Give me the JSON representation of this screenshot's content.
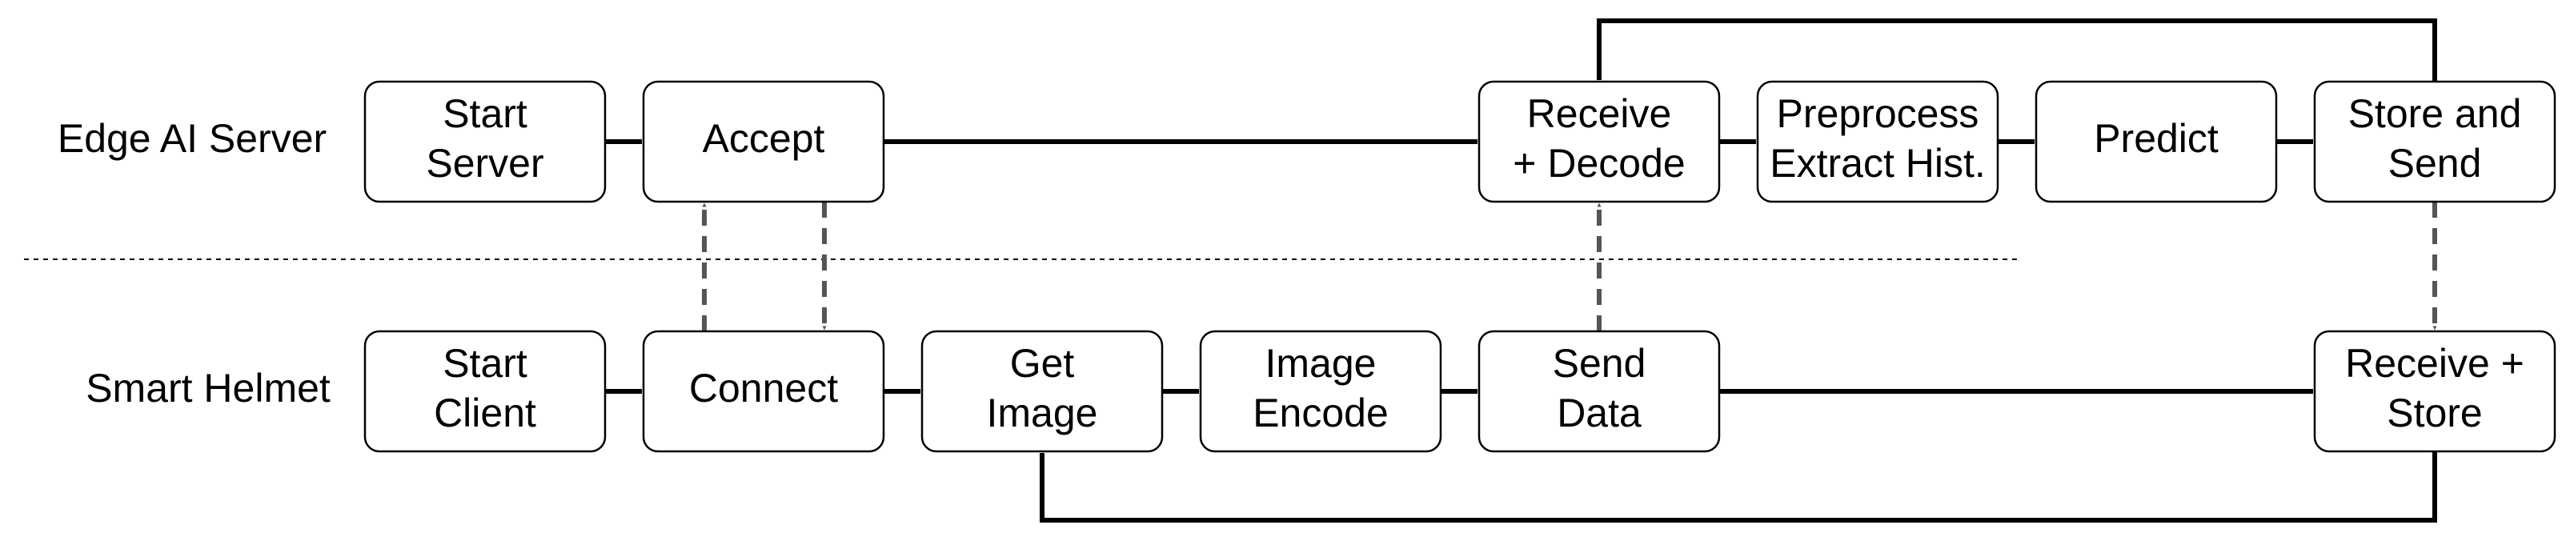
{
  "lanes": {
    "server": "Edge AI Server",
    "helmet": "Smart Helmet"
  },
  "boxes": {
    "start_server": [
      "Start",
      "Server"
    ],
    "accept": [
      "Accept"
    ],
    "receive_decode": [
      "Receive",
      "+ Decode"
    ],
    "preprocess": [
      "Preprocess",
      "Extract Hist."
    ],
    "predict": [
      "Predict"
    ],
    "store_send": [
      "Store and",
      "Send"
    ],
    "start_client": [
      "Start",
      "Client"
    ],
    "connect": [
      "Connect"
    ],
    "get_image": [
      "Get",
      "Image"
    ],
    "image_encode": [
      "Image",
      "Encode"
    ],
    "send_data": [
      "Send",
      "Data"
    ],
    "receive_store": [
      "Receive +",
      "Store"
    ]
  },
  "colors": {
    "flow": "#000000",
    "handshake": "#555555",
    "box_fill": "#ffffff"
  }
}
